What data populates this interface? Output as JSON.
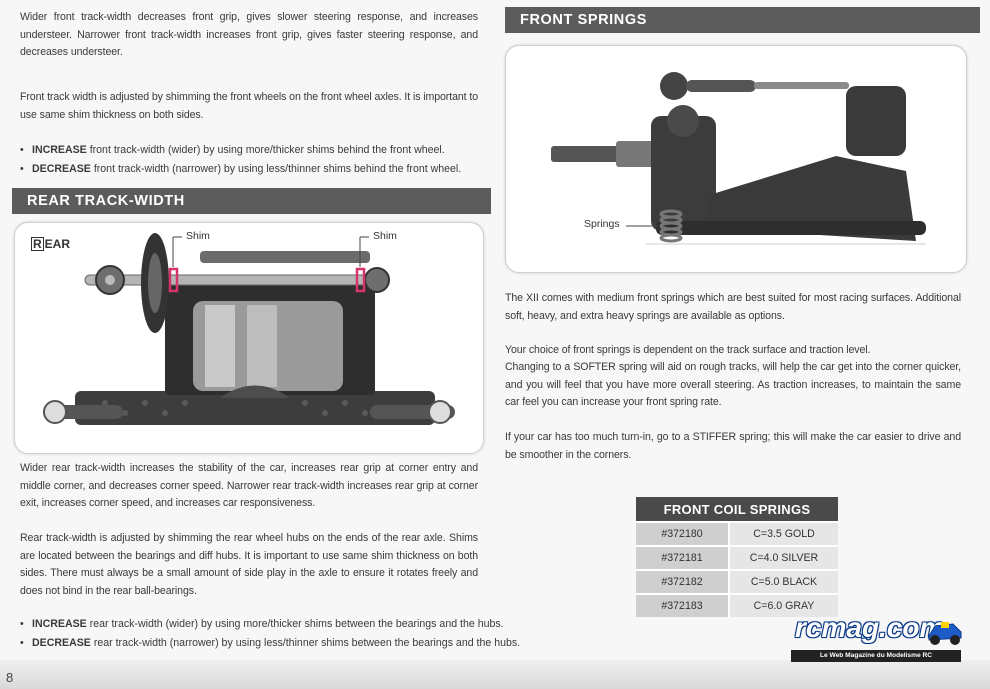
{
  "left": {
    "intro_paragraph": "Wider front track-width decreases front grip, gives slower steering response, and increases understeer. Narrower front track-width increases front grip, gives faster steering response, and decreases understeer.",
    "shim_paragraph": "Front track width is adjusted by shimming the front wheels on the front wheel axles. It is important to use same shim thickness on both sides.",
    "front_bullets": [
      {
        "term": "INCREASE",
        "text": " front track-width (wider) by using more/thicker shims behind the front wheel."
      },
      {
        "term": "DECREASE",
        "text": " front track-width (narrower) by using less/thinner shims behind the front wheel."
      }
    ],
    "rear_section_title": "REAR TRACK-WIDTH",
    "rear_photo": {
      "badge_first": "R",
      "badge_rest": "EAR",
      "callout_left": "Shim",
      "callout_right": "Shim"
    },
    "rear_paragraph_1": "Wider rear track-width increases the stability of the car, increases rear grip at corner entry and middle corner, and decreases corner speed. Narrower rear track-width increases rear grip at corner exit, increases corner speed, and increases car responsiveness.",
    "rear_paragraph_2": "Rear track-width is adjusted by shimming the rear wheel hubs on the ends of the rear axle. Shims are located between the bearings and diff hubs. It is important to use same shim thickness on both sides. There must always be a small amount of side play in the axle to ensure it rotates freely and does not bind in the rear ball-bearings.",
    "rear_bullets": [
      {
        "term": "INCREASE",
        "text": " rear track-width (wider) by using more/thicker shims between the bearings and the hubs."
      },
      {
        "term": "DECREASE",
        "text": " rear track-width (narrower) by using less/thinner shims between the bearings and the hubs."
      }
    ]
  },
  "right": {
    "section_title": "FRONT SPRINGS",
    "photo_callout": "Springs",
    "paragraph_1": "The XII comes with medium front springs which are best suited for most racing surfaces. Additional soft, heavy, and extra heavy springs are available as options.",
    "paragraph_2": "Your choice of front springs is dependent on the track surface and traction level.",
    "paragraph_3": "Changing to a SOFTER spring will aid on rough tracks, will help the car get into the corner quicker, and you will feel that you have more overall steering.  As traction increases, to maintain the same car feel you can increase your front spring rate.",
    "paragraph_4": "If your car has too much turn-in, go to a STIFFER spring; this will make the car easier to drive and be smoother in the corners.",
    "table": {
      "title": "FRONT COIL SPRINGS",
      "rows": [
        {
          "part": "#372180",
          "rate": "C=3.5  GOLD"
        },
        {
          "part": "#372181",
          "rate": "C=4.0  SILVER"
        },
        {
          "part": "#372182",
          "rate": "C=5.0  BLACK"
        },
        {
          "part": "#372183",
          "rate": "C=6.0  GRAY"
        }
      ]
    }
  },
  "logo": {
    "wordmark": "rcmag.com",
    "tagline": "Le Web Magazine du Modelisme RC"
  },
  "page_number": "8",
  "colors": {
    "section_bar": "#5c5c5c",
    "shim_highlight": "#d6336c",
    "table_header": "#4a4a4a",
    "logo_blue": "#0a3a86"
  }
}
